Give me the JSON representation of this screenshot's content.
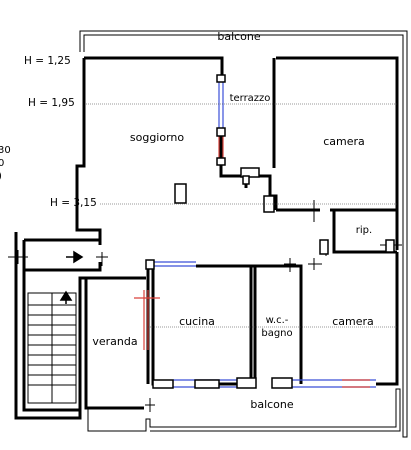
{
  "rooms": {
    "balcone_top": "balcone",
    "terrazzo": "terrazzo",
    "soggiorno": "soggiorno",
    "camera_top": "camera",
    "rip": "rip.",
    "cucina": "cucina",
    "wc_line1": "w.c.-",
    "wc_line2": "bagno",
    "camera_bottom": "camera",
    "veranda": "veranda",
    "balcone_bottom": "balcone"
  },
  "heights": {
    "h1": "H = 1,25",
    "h2": "H = 1,95",
    "h3": "H = 3,15"
  },
  "left_fragments": {
    "f1": "30",
    "f2": "0",
    "f3": ")"
  },
  "colors": {
    "wall": "#000000",
    "window_blue": "#3b4fd8",
    "window_red": "#d9413a"
  }
}
